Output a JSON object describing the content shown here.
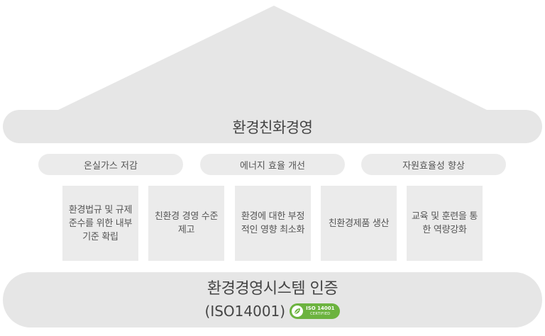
{
  "main_title": "환경친화경영",
  "pillars": [
    "온실가스 저감",
    "에너지 효율 개선",
    "자원효율성 향상"
  ],
  "boxes": [
    "환경법규 및 규제 준수를 위한 내부 기준 확립",
    "친환경 경영 수준 제고",
    "환경에 대한 부정적인 영향 최소화",
    "친환경제품 생산",
    "교육 및 훈련을 통한 역량강화"
  ],
  "base": {
    "title": "환경경영시스템 인증",
    "standard": "(ISO14001)",
    "badge_line1": "ISO 14001",
    "badge_line2": "CERTIFIED"
  },
  "colors": {
    "roof": "#e6e6e6",
    "band": "#e6e6e6",
    "badge": "#6cb33f"
  },
  "icons": [
    "leaf-icon"
  ]
}
